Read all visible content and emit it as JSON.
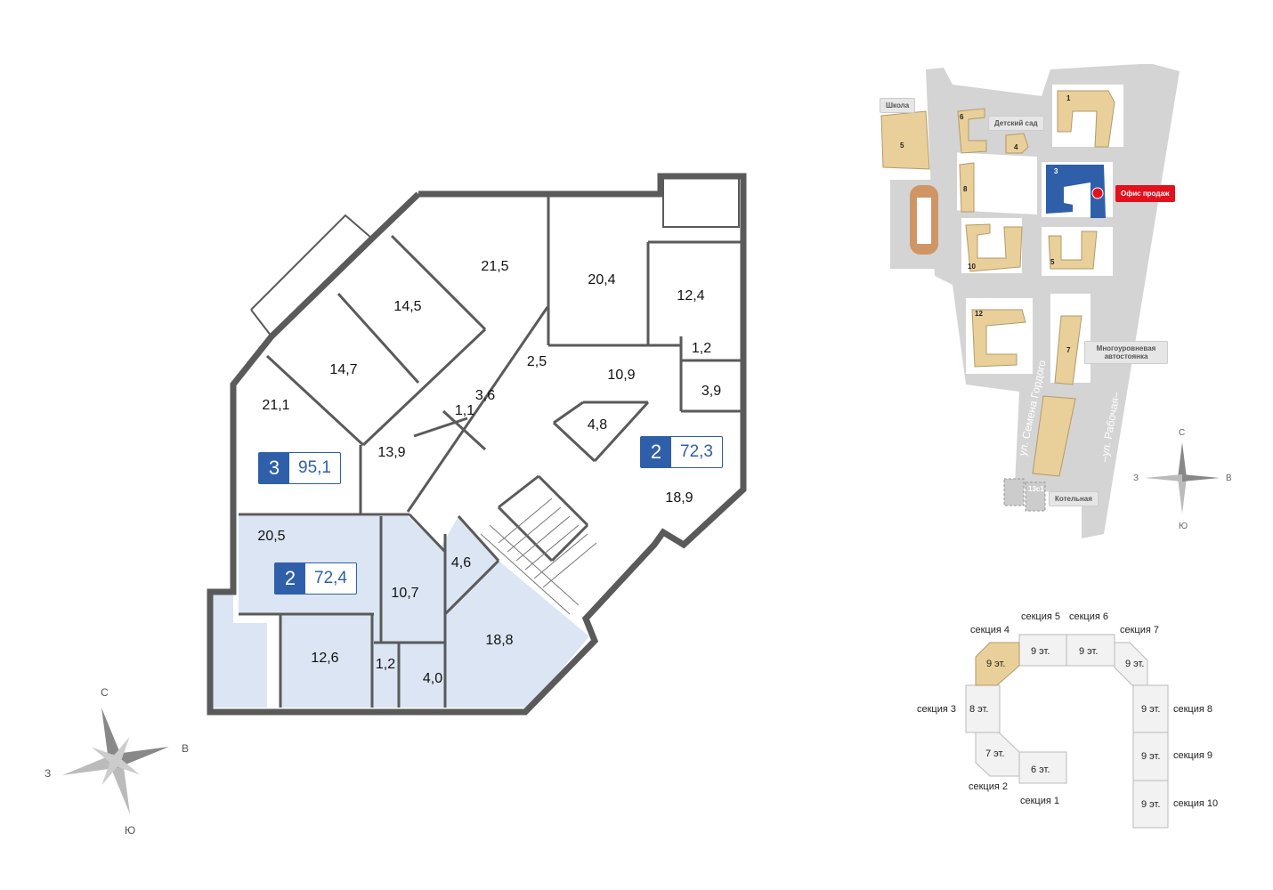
{
  "rooms": [
    "21,5",
    "14,5",
    "20,4",
    "12,4",
    "14,7",
    "21,1",
    "2,5",
    "1,2",
    "10,9",
    "3,6",
    "3,9",
    "1,1",
    "4,8",
    "13,9",
    "18,9",
    "20,5",
    "4,6",
    "10,7",
    "18,8",
    "12,6",
    "1,2",
    "4,0"
  ],
  "apartments": [
    {
      "rooms": "3",
      "area": "95,1"
    },
    {
      "rooms": "2",
      "area": "72,3"
    },
    {
      "rooms": "2",
      "area": "72,4"
    }
  ],
  "compass": {
    "n": "С",
    "s": "Ю",
    "w": "З",
    "e": "В"
  },
  "site_map": {
    "school": "Школа",
    "school_num": "5",
    "kindergarten": "Детский сад",
    "kindergarten_num": "4",
    "buildings": [
      "1",
      "3",
      "5",
      "6",
      "8",
      "10",
      "12",
      "7"
    ],
    "office": "Офис продаж",
    "parking": "Многоуровневая автостоянка",
    "boiler": "Котельная",
    "boiler_num": "13с1",
    "street1": "ул. Семена Гордого",
    "street2": "–ул. Рабочая–"
  },
  "sections": [
    {
      "label": "секция 1",
      "floors": "6 эт."
    },
    {
      "label": "секция 2",
      "floors": "7 эт."
    },
    {
      "label": "секция 3",
      "floors": "8 эт."
    },
    {
      "label": "секция 4",
      "floors": "9 эт."
    },
    {
      "label": "секция 5",
      "floors": "9 эт."
    },
    {
      "label": "секция 6",
      "floors": "9 эт."
    },
    {
      "label": "секция 7",
      "floors": "9 эт."
    },
    {
      "label": "секция 8",
      "floors": "9 эт."
    },
    {
      "label": "секция 9",
      "floors": "9 эт."
    },
    {
      "label": "секция 10",
      "floors": "9 эт."
    }
  ],
  "colors": {
    "accent": "#2f5fa8",
    "highlight": "#dbe5f3",
    "wall": "#5a5a5a",
    "building": "#e9cf9a",
    "road": "#d4d4d4",
    "office": "#e3101e"
  }
}
